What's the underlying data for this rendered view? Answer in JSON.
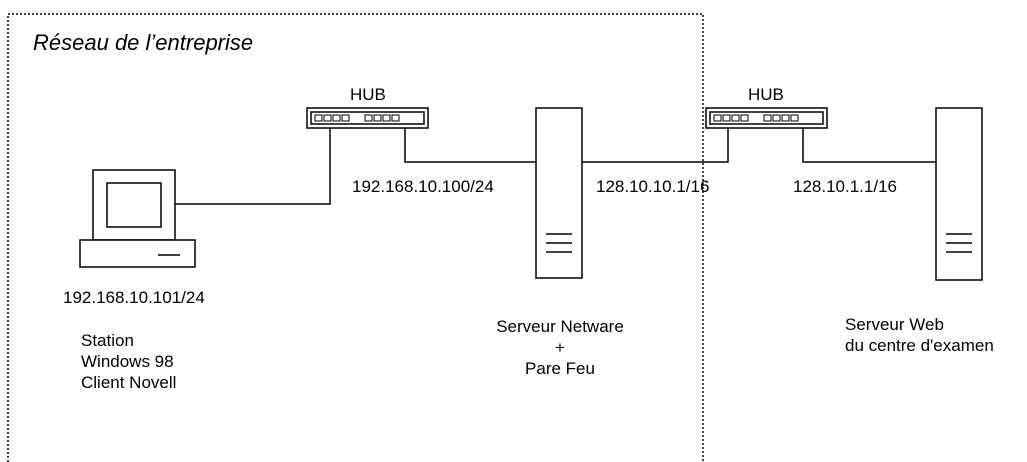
{
  "network_title": "Réseau de l’entreprise",
  "hub_left_label": "HUB",
  "hub_right_label": "HUB",
  "ip_station": "192.168.10.101/24",
  "ip_server_internal": "192.168.10.100/24",
  "ip_server_external": "128.10.10.1/16",
  "ip_web_server": "128.10.1.1/16",
  "station": {
    "line1": "Station",
    "line2": "Windows 98",
    "line3": "Client Novell"
  },
  "netware_server": {
    "line1": "Serveur Netware",
    "line2": "+",
    "line3": "Pare Feu"
  },
  "web_server": {
    "line1": "Serveur Web",
    "line2": "du centre d'examen"
  }
}
